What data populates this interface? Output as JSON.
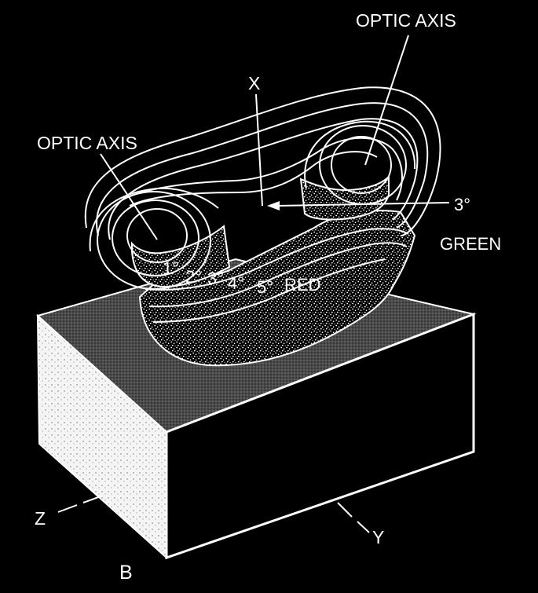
{
  "figure": {
    "background": "#000000",
    "foreground": "#ffffff",
    "panel_label": "B",
    "labels": {
      "optic_axis_right": "OPTIC AXIS",
      "optic_axis_left": "OPTIC AXIS",
      "axis_x": "X",
      "axis_y": "Y",
      "axis_z": "Z",
      "green": "GREEN",
      "red": "RED",
      "three_deg_right": "3°"
    },
    "angle_labels": [
      "1°",
      "2°",
      "3°",
      "4°",
      "5°"
    ]
  }
}
